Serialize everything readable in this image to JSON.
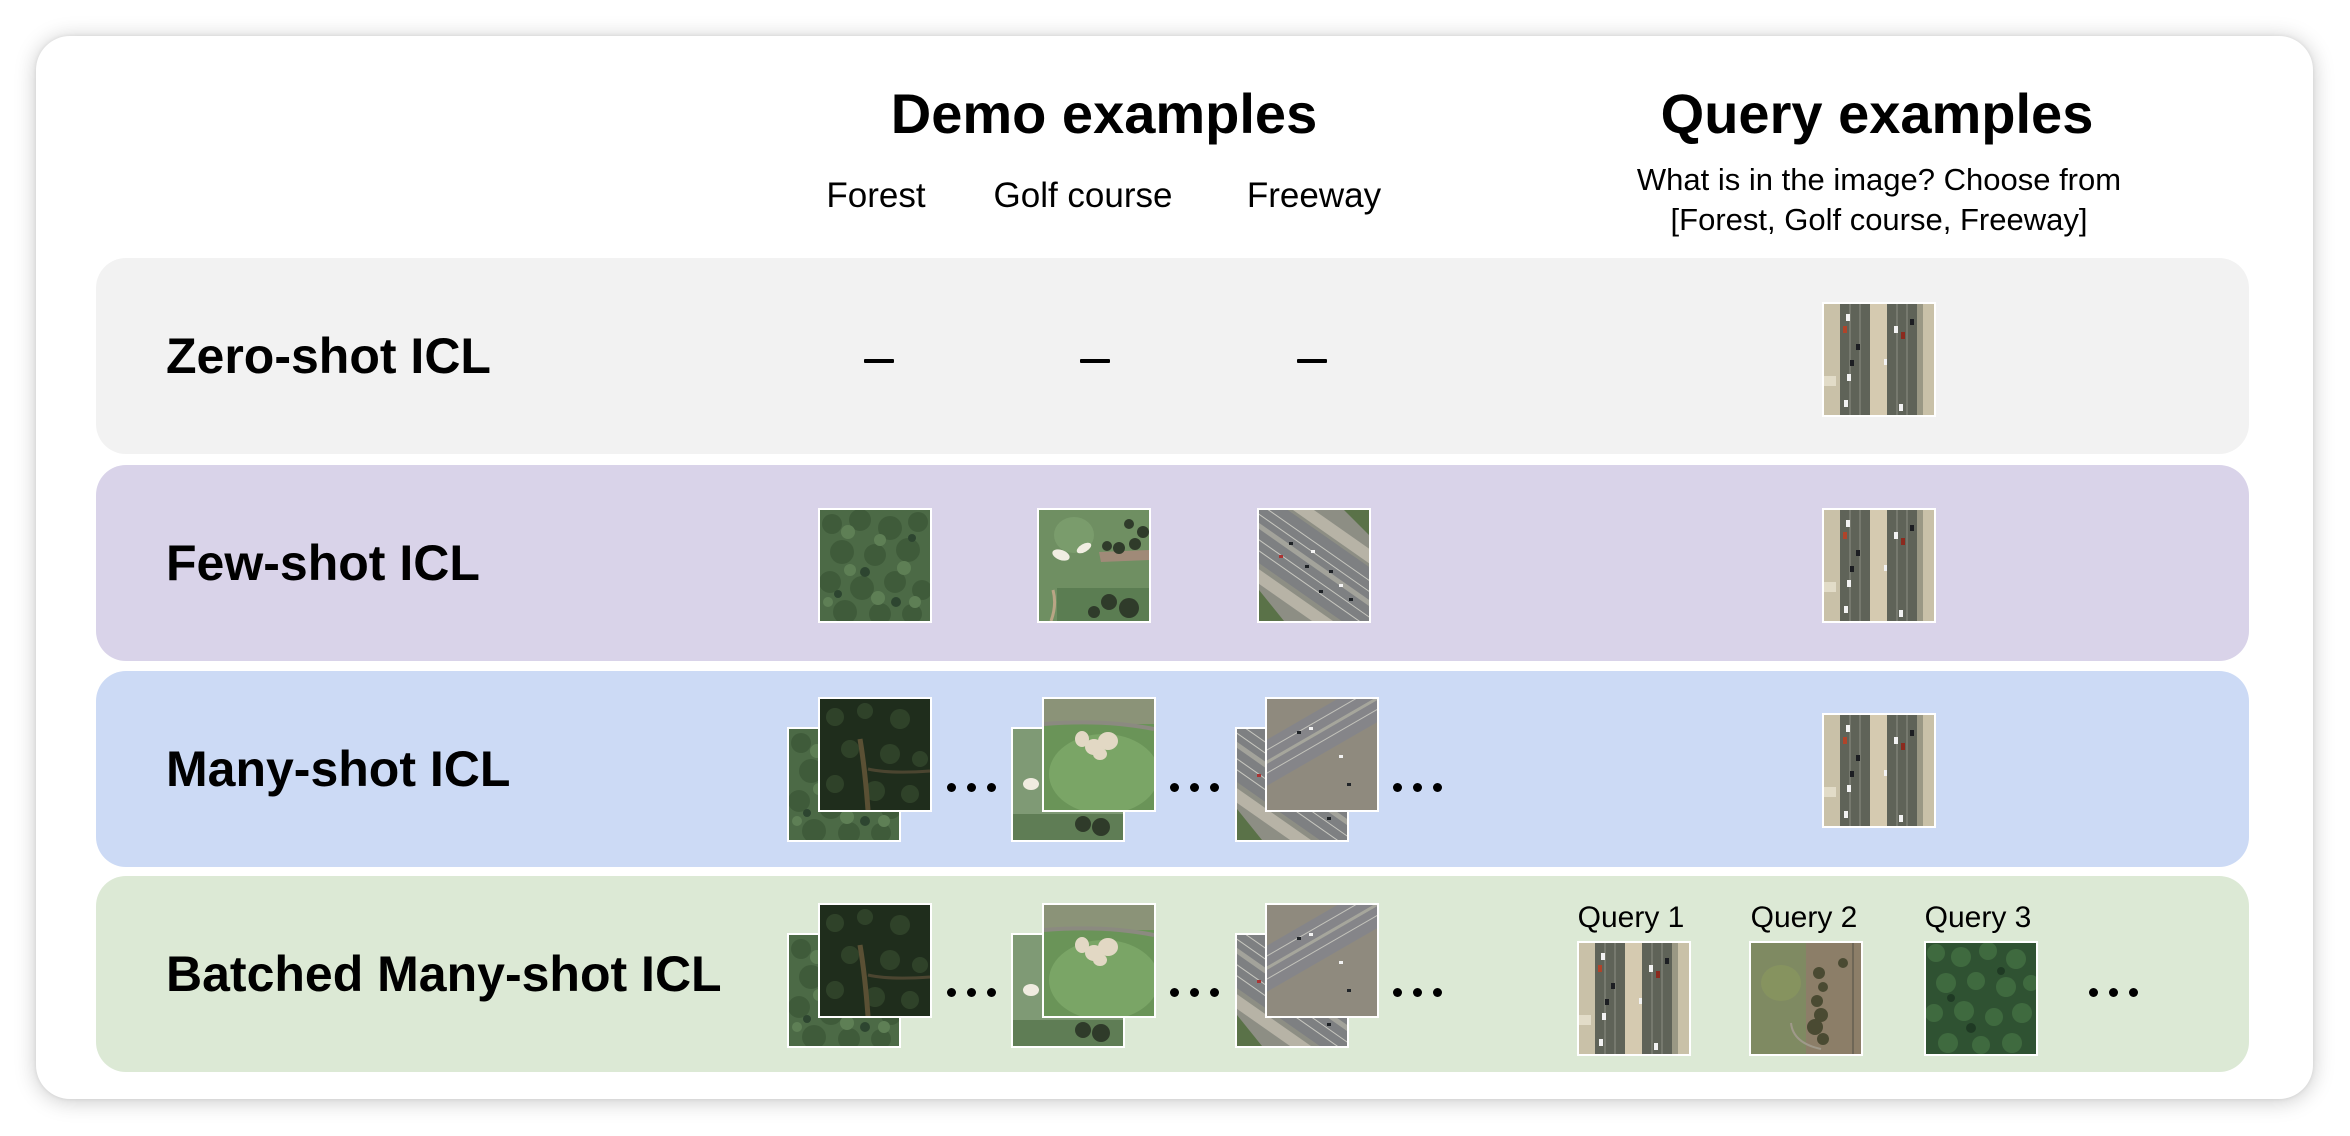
{
  "header": {
    "demo_title": "Demo examples",
    "query_title": "Query examples",
    "demo_columns": [
      "Forest",
      "Golf course",
      "Freeway"
    ],
    "query_prompt_line1": "What is in the image? Choose from",
    "query_prompt_line2": "[Forest, Golf course, Freeway]"
  },
  "rows": [
    {
      "label": "Zero-shot ICL",
      "color": "#f2f2f2",
      "demo": [
        "–",
        "–",
        "–"
      ],
      "demo_images": [],
      "query_images": [
        "freeway-aerial"
      ]
    },
    {
      "label": "Few-shot ICL",
      "color": "#d9d3e9",
      "demo_images": [
        "forest-aerial",
        "golf-course-aerial",
        "freeway-aerial"
      ],
      "query_images": [
        "freeway-aerial"
      ]
    },
    {
      "label": "Many-shot ICL",
      "color": "#ccdaf5",
      "demo_images": [
        "forest-aerial-stack",
        "golf-course-aerial-stack",
        "freeway-aerial-stack"
      ],
      "ellipsis": "…",
      "query_images": [
        "freeway-aerial"
      ]
    },
    {
      "label": "Batched Many-shot ICL",
      "color": "#dce9d5",
      "demo_images": [
        "forest-aerial-stack",
        "golf-course-aerial-stack",
        "freeway-aerial-stack"
      ],
      "ellipsis": "…",
      "query_labels": [
        "Query 1",
        "Query 2",
        "Query 3"
      ],
      "query_images": [
        "freeway-aerial",
        "grassland-aerial",
        "forest-aerial"
      ]
    }
  ]
}
